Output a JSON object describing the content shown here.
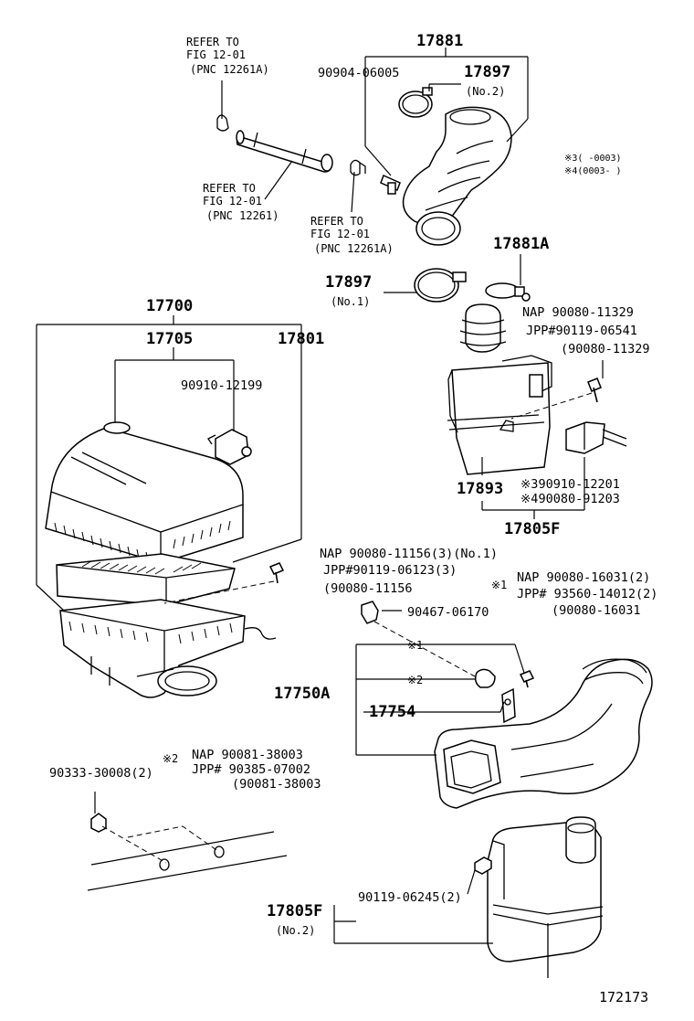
{
  "figure_number": "172173",
  "refs": {
    "ref1": [
      "REFER TO",
      "FIG 12-01",
      "(PNC 12261A)"
    ],
    "ref2": [
      "REFER TO",
      "FIG 12-01",
      "(PNC 12261)"
    ],
    "ref3": [
      "REFER TO",
      "FIG 12-01",
      "(PNC 12261A)"
    ]
  },
  "notes": {
    "n3": "※3(     -0003)",
    "n4": "※4(0003-     )"
  },
  "labels": {
    "p17881": "17881",
    "p90904": "90904-06005",
    "p17897a": "17897",
    "p17897a_sub": "(No.2)",
    "p17881A": "17881A",
    "p17897b": "17897",
    "p17897b_sub": "(No.1)",
    "p17700": "17700",
    "p17705": "17705",
    "p17801": "17801",
    "p90910a": "90910-12199",
    "nap1": "NAP  90080-11329",
    "jpp1": "JPP#90119-06541",
    "alt1": "(90080-11329",
    "p17893": "17893",
    "m3": "※390910-12201",
    "m4": "※490080-91203",
    "p17805F": "17805F",
    "nap2": "NAP  90080-11156(3)(No.1)",
    "jpp2": "JPP#90119-06123(3)",
    "alt2": "(90080-11156",
    "x1": "※1",
    "nap3": "NAP  90080-16031(2)",
    "jpp3": "JPP# 93560-14012(2)",
    "alt3": "(90080-16031",
    "p90467": "90467-06170",
    "star1": "※1",
    "star2": "※2",
    "p17750A": "17750A",
    "p17754": "17754",
    "x2": "※2",
    "nap4": "NAP    90081-38003",
    "p90333": "90333-30008(2)",
    "jpp4": "JPP#   90385-07002",
    "alt4": "(90081-38003",
    "p17805F2": "17805F",
    "p17805F2_sub": "(No.2)",
    "p90119": "90119-06245(2)"
  }
}
